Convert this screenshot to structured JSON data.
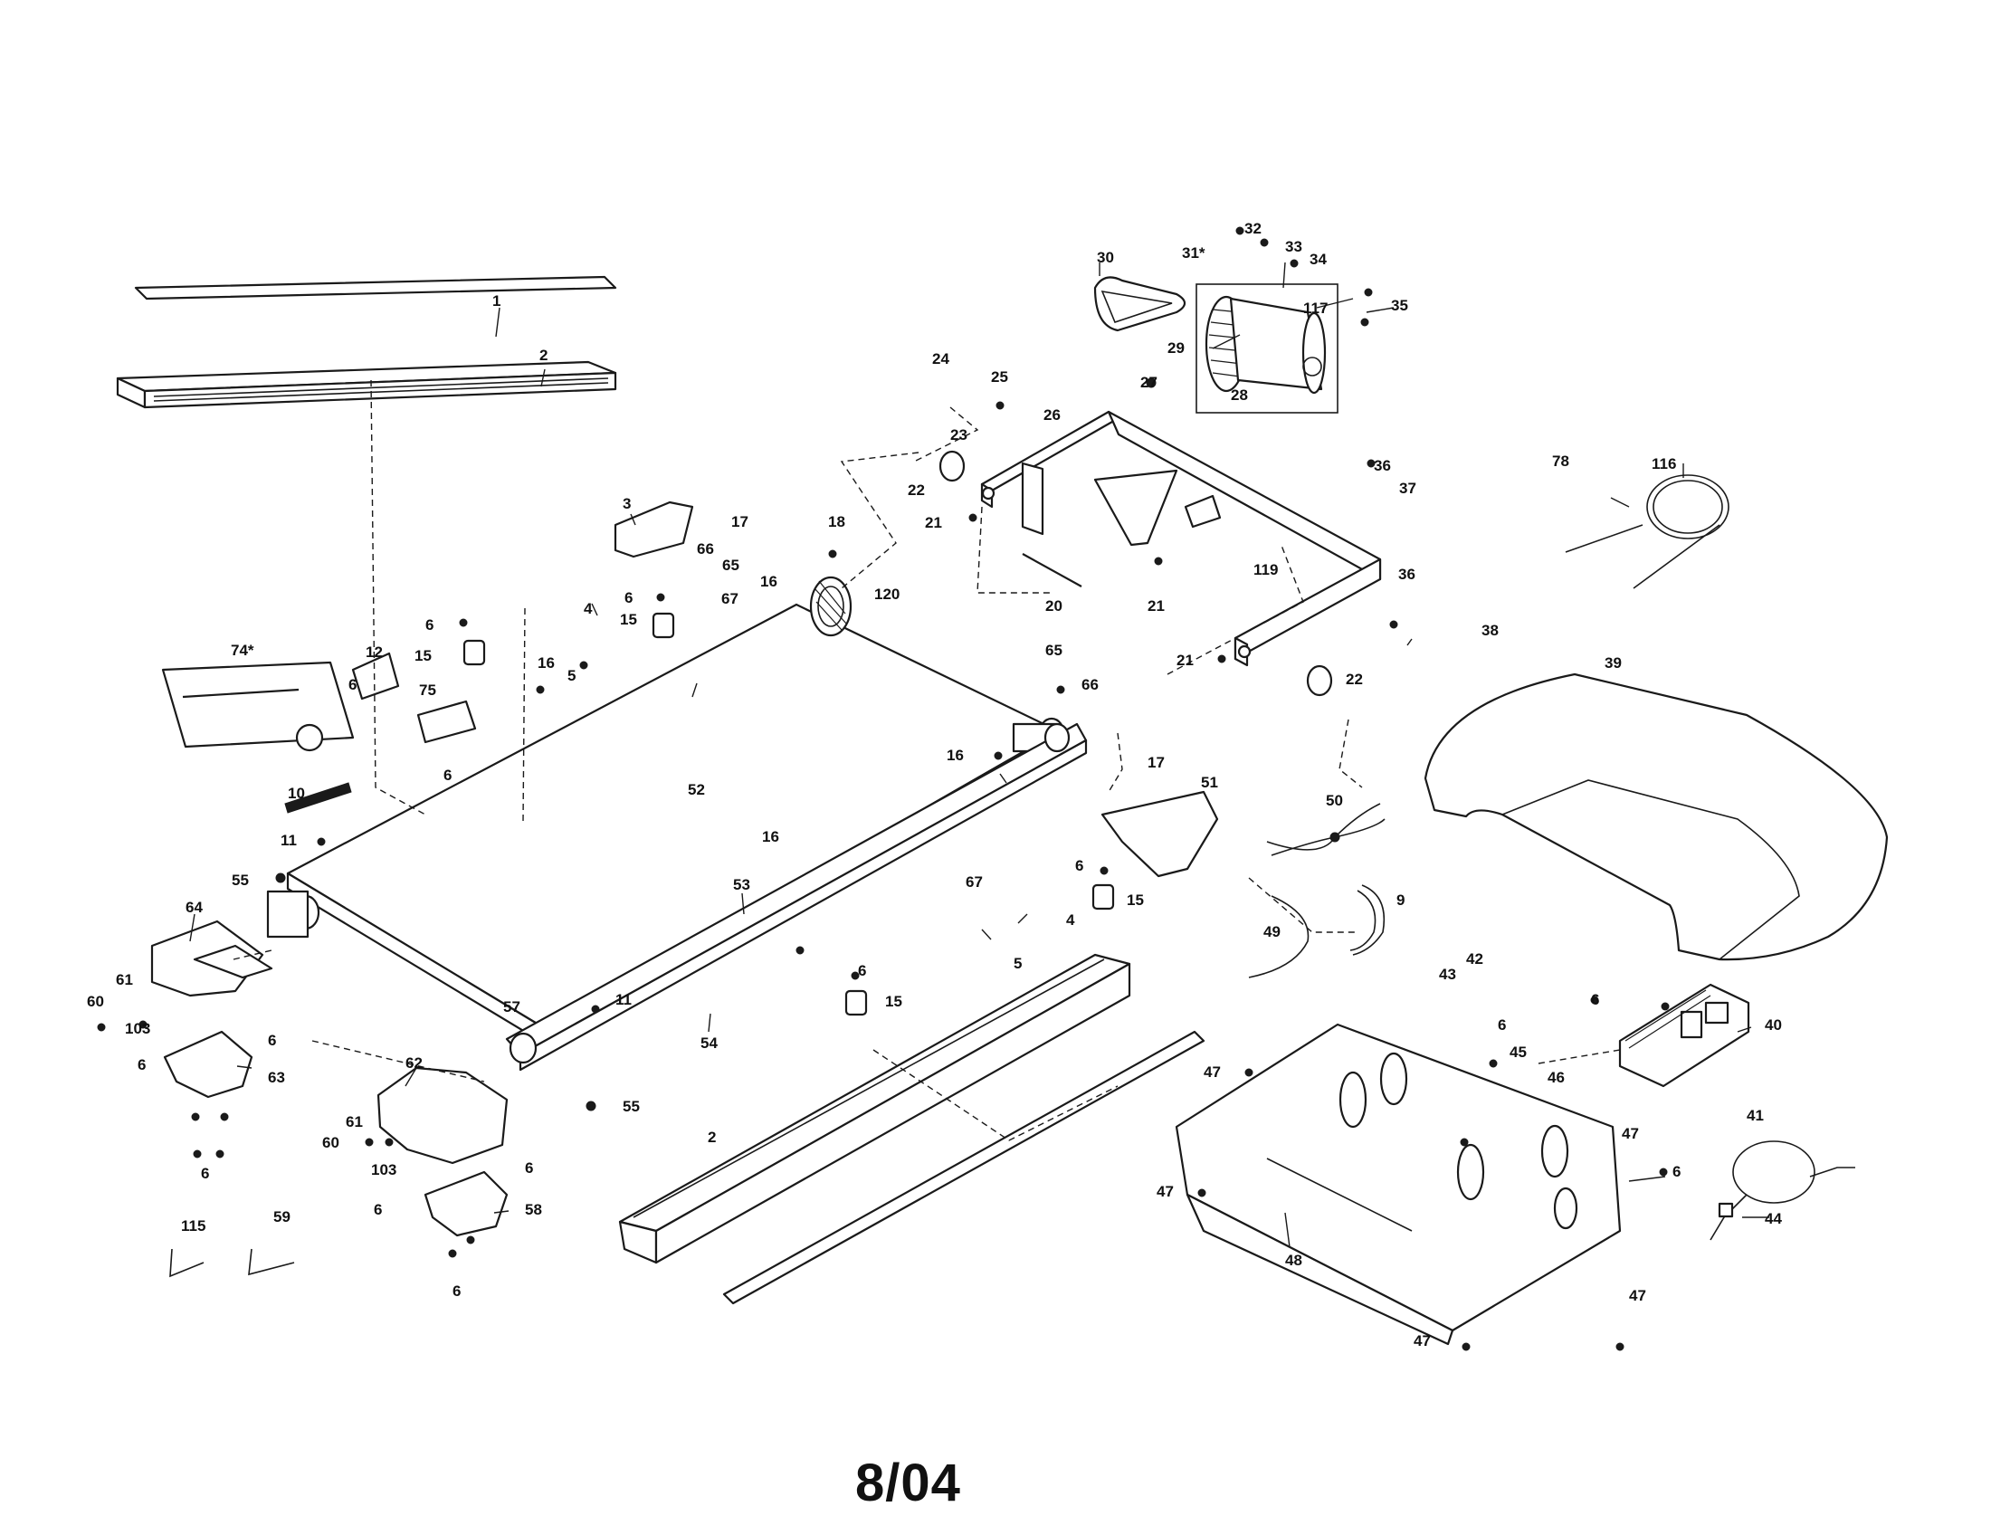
{
  "footer": {
    "date_code": "8/04"
  },
  "callouts": {
    "c1": "1",
    "c2a": "2",
    "c2b": "2",
    "c3": "3",
    "c4a": "4",
    "c4b": "4",
    "c5a": "5",
    "c5b": "5",
    "c6a": "6",
    "c6b": "6",
    "c6c": "6",
    "c6d": "6",
    "c6e": "6",
    "c6f": "6",
    "c6g": "6",
    "c6h": "6",
    "c6i": "6",
    "c6j": "6",
    "c6k": "6",
    "c6l": "6",
    "c6m": "6",
    "c6n": "6",
    "c6o": "6",
    "c9": "9",
    "c10": "10",
    "c11a": "11",
    "c11b": "11",
    "c12": "12",
    "c15a": "15",
    "c15b": "15",
    "c15c": "15",
    "c15d": "15",
    "c16a": "16",
    "c16b": "16",
    "c16c": "16",
    "c16d": "16",
    "c17a": "17",
    "c17b": "17",
    "c18": "18",
    "c20": "20",
    "c21a": "21",
    "c21b": "21",
    "c21c": "21",
    "c22a": "22",
    "c22b": "22",
    "c23": "23",
    "c24": "24",
    "c25": "25",
    "c26": "26",
    "c27": "27",
    "c28": "28",
    "c29": "29",
    "c30": "30",
    "c31": "31*",
    "c32": "32",
    "c33": "33",
    "c34": "34",
    "c35": "35",
    "c36a": "36",
    "c36b": "36",
    "c37": "37",
    "c38": "38",
    "c39": "39",
    "c40": "40",
    "c41": "41",
    "c42": "42",
    "c43": "43",
    "c44": "44",
    "c45": "45",
    "c46": "46",
    "c47a": "47",
    "c47b": "47",
    "c47c": "47",
    "c47d": "47",
    "c47e": "47",
    "c48": "48",
    "c49": "49",
    "c50": "50",
    "c51": "51",
    "c52": "52",
    "c53": "53",
    "c54": "54",
    "c55a": "55",
    "c55b": "55",
    "c57": "57",
    "c58": "58",
    "c59": "59",
    "c60a": "60",
    "c60b": "60",
    "c61a": "61",
    "c61b": "61",
    "c62": "62",
    "c63": "63",
    "c64": "64",
    "c65a": "65",
    "c65b": "65",
    "c66a": "66",
    "c66b": "66",
    "c67a": "67",
    "c67b": "67",
    "c74": "74*",
    "c75": "75",
    "c78": "78",
    "c103a": "103",
    "c103b": "103",
    "c115": "115",
    "c116": "116",
    "c117": "117",
    "c119": "119",
    "c120": "120"
  }
}
